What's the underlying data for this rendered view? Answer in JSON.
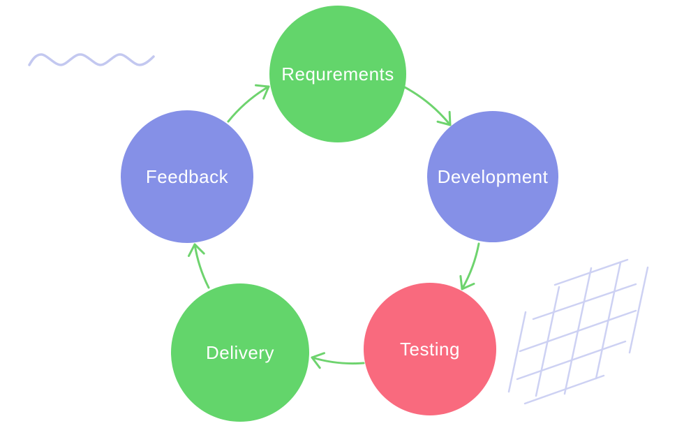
{
  "diagram": {
    "type": "cycle-flow",
    "direction": "clockwise",
    "nodes": [
      {
        "id": "requirements",
        "label": "Requrements",
        "color": "#63d56b",
        "text_color": "#ffffff"
      },
      {
        "id": "development",
        "label": "Development",
        "color": "#8590e7",
        "text_color": "#ffffff"
      },
      {
        "id": "testing",
        "label": "Testing",
        "color": "#f96a7e",
        "text_color": "#ffffff"
      },
      {
        "id": "delivery",
        "label": "Delivery",
        "color": "#63d56b",
        "text_color": "#ffffff"
      },
      {
        "id": "feedback",
        "label": "Feedback",
        "color": "#8590e7",
        "text_color": "#ffffff"
      }
    ],
    "edges": [
      {
        "from": "requirements",
        "to": "development"
      },
      {
        "from": "development",
        "to": "testing"
      },
      {
        "from": "testing",
        "to": "delivery"
      },
      {
        "from": "delivery",
        "to": "feedback"
      },
      {
        "from": "feedback",
        "to": "requirements"
      }
    ],
    "colors": {
      "arrow": "#6ed36e",
      "background": "#ffffff",
      "decor_wave": "#c3c8f0",
      "decor_grid": "#cdd1f3"
    },
    "decorations": [
      {
        "name": "wavy-line",
        "position": "top-left"
      },
      {
        "name": "diagonal-grid",
        "position": "bottom-right"
      }
    ]
  }
}
